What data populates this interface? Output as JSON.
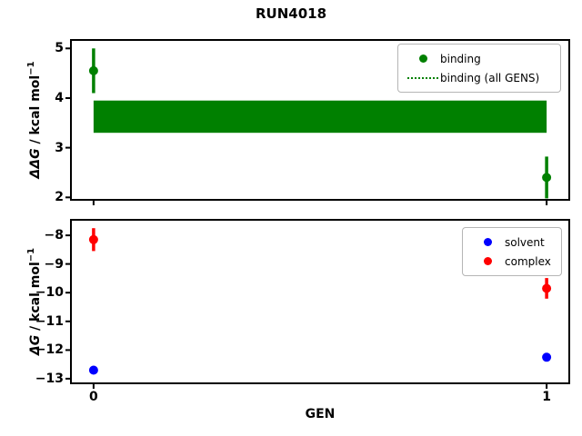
{
  "figure": {
    "title": "RUN4018",
    "background": "#ffffff"
  },
  "colors": {
    "binding": "#008000",
    "solvent": "#0000ff",
    "complex": "#ff0000",
    "axis": "#000000",
    "legend_border": "#b5b5b5"
  },
  "chart_data": [
    {
      "type": "scatter",
      "panel": "top",
      "ylabel": "ΔΔG / kcal mol⁻¹",
      "ylabel_math": "ΔΔG",
      "ylabel_unit": " / kcal mol",
      "ylabel_sup": "−1",
      "xlim": [
        -0.05,
        1.05
      ],
      "ylim": [
        1.95,
        5.17
      ],
      "xticks": [
        0,
        1
      ],
      "xtick_labels": [
        "0",
        "1"
      ],
      "show_xtick_labels": false,
      "yticks": [
        2,
        3,
        4,
        5
      ],
      "ytick_labels": [
        "2",
        "3",
        "4",
        "5"
      ],
      "grid": false,
      "legend_position": "upper right",
      "band": {
        "name": "binding (all GENS)",
        "x0": 0,
        "x1": 1,
        "y_low": 3.3,
        "y_high": 3.95,
        "color": "#008000"
      },
      "series": [
        {
          "name": "binding",
          "color": "#008000",
          "marker": "circle",
          "x": [
            0,
            1
          ],
          "y": [
            4.55,
            2.4
          ],
          "yerr": [
            0.45,
            0.42
          ]
        }
      ],
      "legend": {
        "entries": [
          {
            "label": "binding",
            "marker": "dot",
            "color": "#008000"
          },
          {
            "label": "binding (all GENS)",
            "marker": "dotted-line",
            "color": "#008000"
          }
        ]
      }
    },
    {
      "type": "scatter",
      "panel": "bottom",
      "xlabel": "GEN",
      "ylabel": "ΔG / kcal mol⁻¹",
      "ylabel_math": "ΔG",
      "ylabel_unit": " / kcal mol",
      "ylabel_sup": "−1",
      "xlim": [
        -0.05,
        1.05
      ],
      "ylim": [
        -13.16,
        -7.46
      ],
      "xticks": [
        0,
        1
      ],
      "xtick_labels": [
        "0",
        "1"
      ],
      "show_xtick_labels": true,
      "yticks": [
        -8,
        -9,
        -10,
        -11,
        -12,
        -13
      ],
      "ytick_labels": [
        "−8",
        "−9",
        "−10",
        "−11",
        "−12",
        "−13"
      ],
      "grid": false,
      "legend_position": "upper right",
      "series": [
        {
          "name": "solvent",
          "color": "#0000ff",
          "marker": "circle",
          "x": [
            0,
            1
          ],
          "y": [
            -12.7,
            -12.25
          ],
          "yerr": [
            0.1,
            0.15
          ]
        },
        {
          "name": "complex",
          "color": "#ff0000",
          "marker": "circle",
          "x": [
            0,
            1
          ],
          "y": [
            -8.15,
            -9.85
          ],
          "yerr": [
            0.4,
            0.36
          ]
        }
      ],
      "legend": {
        "entries": [
          {
            "label": "solvent",
            "marker": "dot",
            "color": "#0000ff"
          },
          {
            "label": "complex",
            "marker": "dot",
            "color": "#ff0000"
          }
        ]
      }
    }
  ]
}
